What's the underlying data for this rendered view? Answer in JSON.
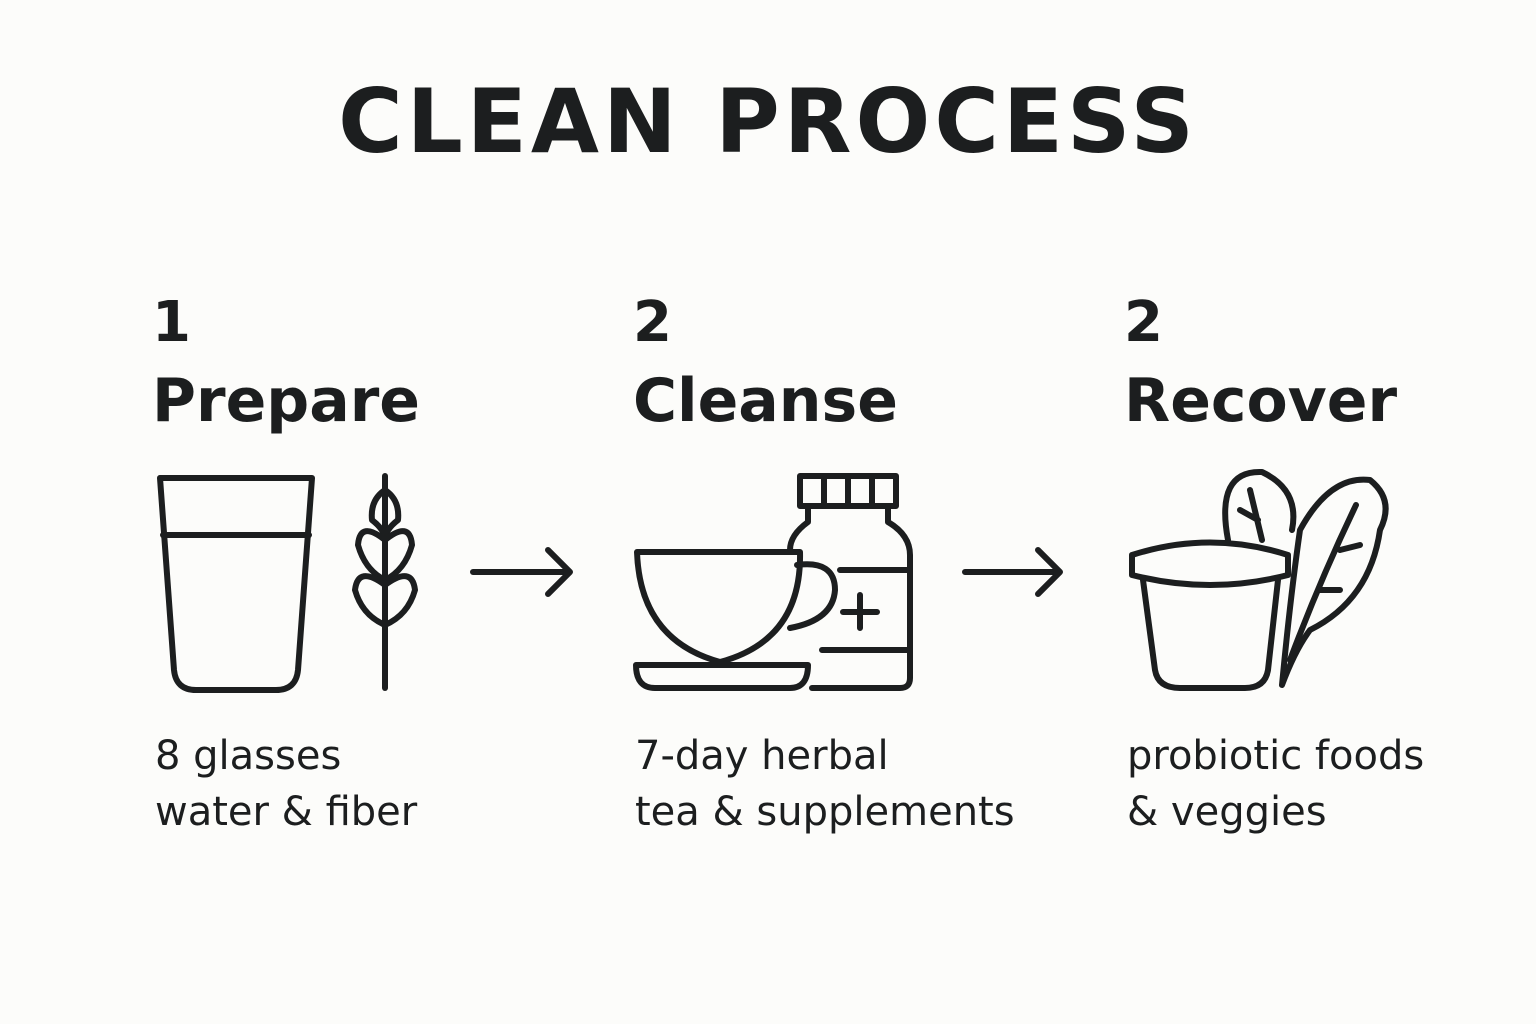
{
  "title": "CLEAN PROCESS",
  "steps": [
    {
      "number": "1",
      "name": "Prepare",
      "line1": "8 glasses",
      "line2": "water & fiber",
      "icons": [
        "water-glass-icon",
        "wheat-icon"
      ]
    },
    {
      "number": "2",
      "name": "Cleanse",
      "line1": "7-day herbal",
      "line2": "tea & supplements",
      "icons": [
        "tea-cup-icon",
        "supplement-bottle-icon"
      ]
    },
    {
      "number": "2",
      "name": "Recover",
      "line1": "probiotic foods",
      "line2": "& veggies",
      "icons": [
        "yogurt-cup-icon",
        "leafy-greens-icon"
      ]
    }
  ]
}
